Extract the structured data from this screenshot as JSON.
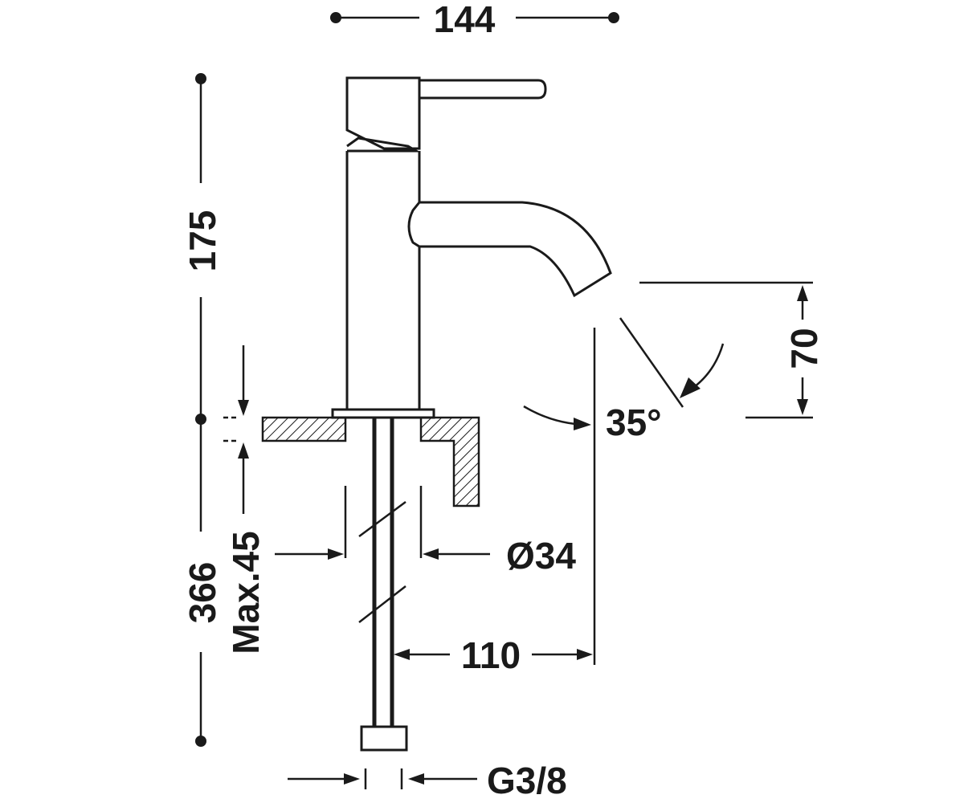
{
  "dimensions": {
    "total_width": "144",
    "height_above_deck": "175",
    "total_height": "366",
    "max_deck_thickness": "Max.45",
    "body_diameter": "Ø34",
    "spout_reach": "110",
    "spout_height": "70",
    "spout_angle": "35°",
    "connection_thread": "G3/8"
  },
  "colors": {
    "ink": "#1a1a1a",
    "background": "#ffffff"
  }
}
